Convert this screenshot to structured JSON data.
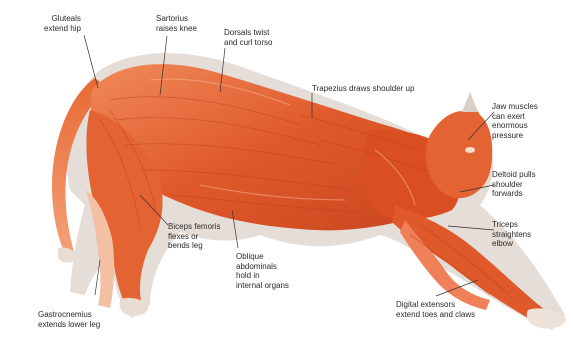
{
  "labels": [
    {
      "id": "gluteals",
      "lines": [
        "Gluteals",
        "extend hip"
      ]
    },
    {
      "id": "sartorius",
      "lines": [
        "Sartorius",
        "raises knee"
      ]
    },
    {
      "id": "dorsals",
      "lines": [
        "Dorsals twist",
        "and curl torso"
      ]
    },
    {
      "id": "trapezius",
      "lines": [
        "Trapezius draws shoulder up"
      ]
    },
    {
      "id": "jaw",
      "lines": [
        "Jaw muscles",
        "can exert",
        "enormous",
        "pressure"
      ]
    },
    {
      "id": "deltoid",
      "lines": [
        "Deltoid pulls",
        "shoulder",
        "forwards"
      ]
    },
    {
      "id": "triceps",
      "lines": [
        "Triceps",
        "straightens",
        "elbow"
      ]
    },
    {
      "id": "biceps",
      "lines": [
        "Biceps femoris",
        "flexes or",
        "bends leg"
      ]
    },
    {
      "id": "oblique",
      "lines": [
        "Oblique",
        "abdominals",
        "hold in",
        "internal organs"
      ]
    },
    {
      "id": "digital",
      "lines": [
        "Digital extensors",
        "extend toes and claws"
      ]
    },
    {
      "id": "gastrocnemius",
      "lines": [
        "Gastrocnemius",
        "extends lower leg"
      ]
    }
  ],
  "colors": {
    "muscle": "#e0592a",
    "muscle_dark": "#b8401c",
    "muscle_light": "#f08a5a",
    "fur": "#d9cfc6",
    "leader": "#333333"
  }
}
